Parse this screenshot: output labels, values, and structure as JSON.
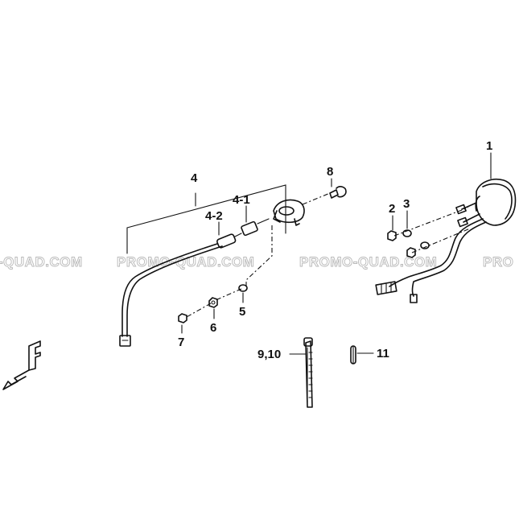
{
  "watermark": {
    "text_left": "-QUAD.COM",
    "text_mid1": "PROMO-QUAD.COM",
    "text_mid2": "PROMO-QUAD.COM",
    "text_right": "PRO"
  },
  "callouts": {
    "c1": "1",
    "c2": "2",
    "c3": "3",
    "c4": "4",
    "c4_1": "4-1",
    "c4_2": "4-2",
    "c5": "5",
    "c6": "6",
    "c7": "7",
    "c8": "8",
    "c9_10": "9,10",
    "c11": "11"
  },
  "direction_marker": {
    "letter": "F"
  }
}
